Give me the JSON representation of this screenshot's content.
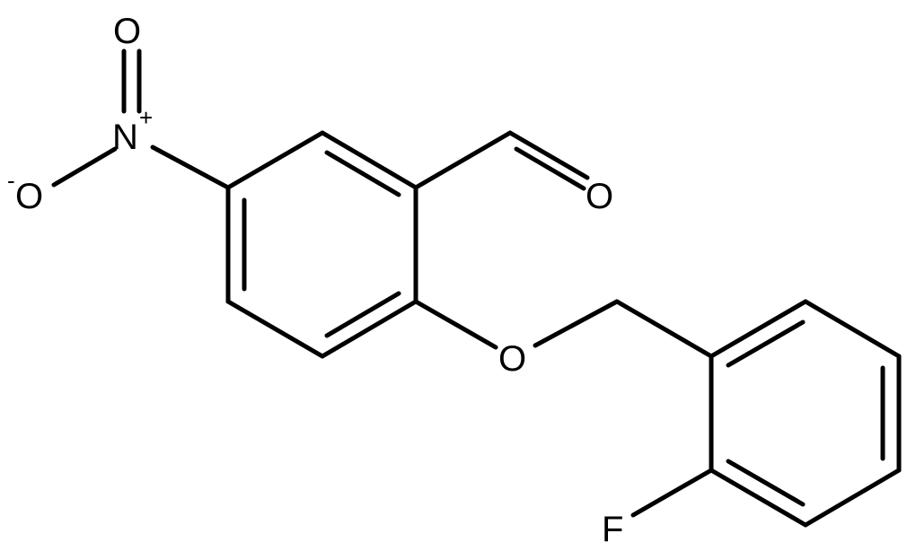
{
  "molecule": {
    "atoms": {
      "nitro_oxygen_top": "O",
      "nitro_nitrogen": "N",
      "nitro_nitrogen_charge": "+",
      "nitro_oxygen_left": "O",
      "nitro_oxygen_left_charge": "-",
      "aldehyde_oxygen": "O",
      "ether_oxygen": "O",
      "fluorine": "F"
    }
  },
  "colors": {
    "bond": "#000000",
    "background": "#ffffff"
  }
}
